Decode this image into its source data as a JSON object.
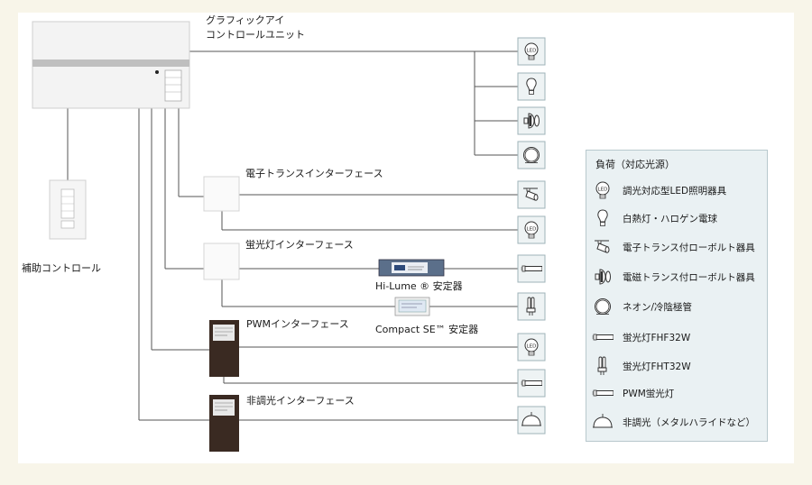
{
  "controller": {
    "label_line1": "グラフィックアイ",
    "label_line2": "コントロールユニット"
  },
  "keypad": {
    "label": "補助コントロール"
  },
  "interfaces": [
    {
      "label": "電子トランスインターフェース"
    },
    {
      "label": "蛍光灯インターフェース"
    },
    {
      "label": "PWMインターフェース"
    },
    {
      "label": "非調光インターフェース"
    }
  ],
  "ballasts": [
    {
      "label": "Hi-Lume ® 安定器"
    },
    {
      "label": "Compact SE™ 安定器"
    }
  ],
  "load_icons": {
    "led_text": "LED"
  },
  "legend": {
    "title": "負荷（対応光源）",
    "items": [
      {
        "icon": "led-bulb-icon",
        "label": "調光対応型LED照明器具"
      },
      {
        "icon": "incandescent-bulb-icon",
        "label": "白熱灯・ハロゲン電球"
      },
      {
        "icon": "spotlight-icon",
        "label": "電子トランス付ローボルト器具"
      },
      {
        "icon": "magnetic-transformer-icon",
        "label": "電磁トランス付ローボルト器具"
      },
      {
        "icon": "neon-ring-icon",
        "label": "ネオン/冷陰極管"
      },
      {
        "icon": "fluorescent-tube-icon",
        "label": "蛍光灯FHF32W"
      },
      {
        "icon": "compact-fluorescent-icon",
        "label": "蛍光灯FHT32W"
      },
      {
        "icon": "fluorescent-tube-icon",
        "label": "PWM蛍光灯"
      },
      {
        "icon": "dome-fixture-icon",
        "label": "非調光（メタルハライドなど）"
      }
    ]
  },
  "colors": {
    "background": "#f8f5e9",
    "line": "#555555",
    "legend_bg": "#eaf1f3",
    "icon_bg": "#eef3f4"
  }
}
